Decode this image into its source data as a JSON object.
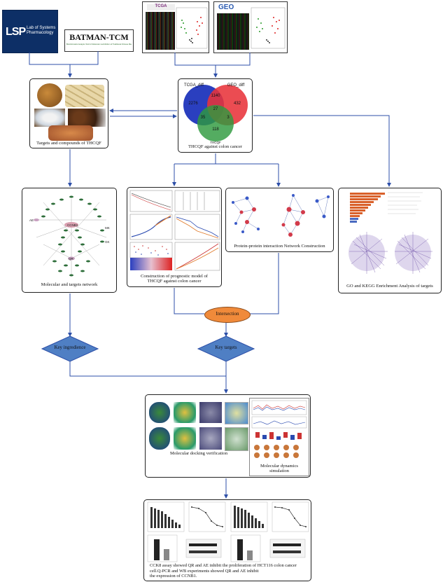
{
  "logos": {
    "lsp_mark": "LSP",
    "lsp_text": [
      "Lab of Systems",
      "Pharmacology"
    ],
    "batman": "BATMAN-TCM",
    "batman_sub": "Bioinformatics Analysis Tool for Molecular mechANism of Traditional Chinese Medicine"
  },
  "sources": {
    "tcga_text": "TCGA",
    "geo_text": "GEO"
  },
  "venn": {
    "labels": [
      "TCGA_diff",
      "GEO_diff",
      "THCQF"
    ],
    "values": {
      "tcga_only": "2276",
      "tcga_geo": "1140",
      "geo_only": "432",
      "center": "27",
      "tcga_thcqf": "35",
      "geo_thcqf": "3",
      "thcqf_only": "118"
    },
    "colors": {
      "tcga": "#2a3fbf",
      "geo": "#e8333a",
      "thcqf": "#2e9a3e"
    }
  },
  "captions": {
    "targets": "Targets and compounds of THCQF",
    "venn": "THCQF against colon cancer",
    "network": "Molecular and targets network",
    "prognostic": [
      "Construction of prognostic model of",
      "THCQF against colon cancer"
    ],
    "ppi": "Protein-protein interaction Network Construction",
    "go": "GO and KEGG Enrichment Analysis of targets",
    "docking": "Molecular docking verification",
    "md": [
      "Molecular dynamics",
      "simulation"
    ],
    "final": [
      "CCK8 assay showed QR and AE inhibit the proliferation of HCT116 colon cancer",
      "cell.Q-PCR and WB experiments showed QR and AE inhibit",
      "the expression of CCNB1."
    ]
  },
  "nodes": {
    "intersection": "Intersection",
    "key_ingredients": "Key ingredience",
    "key_targets": "Key targets"
  },
  "network_labels": [
    "CCNB1",
    "MK",
    "AE",
    "QR",
    "GK"
  ],
  "colors": {
    "arrow": "#2d4fa8",
    "diamond": "#4f7fc4",
    "intersection": "#f08a3a",
    "chart_bar": "#222222",
    "venn_text": "#111111"
  }
}
